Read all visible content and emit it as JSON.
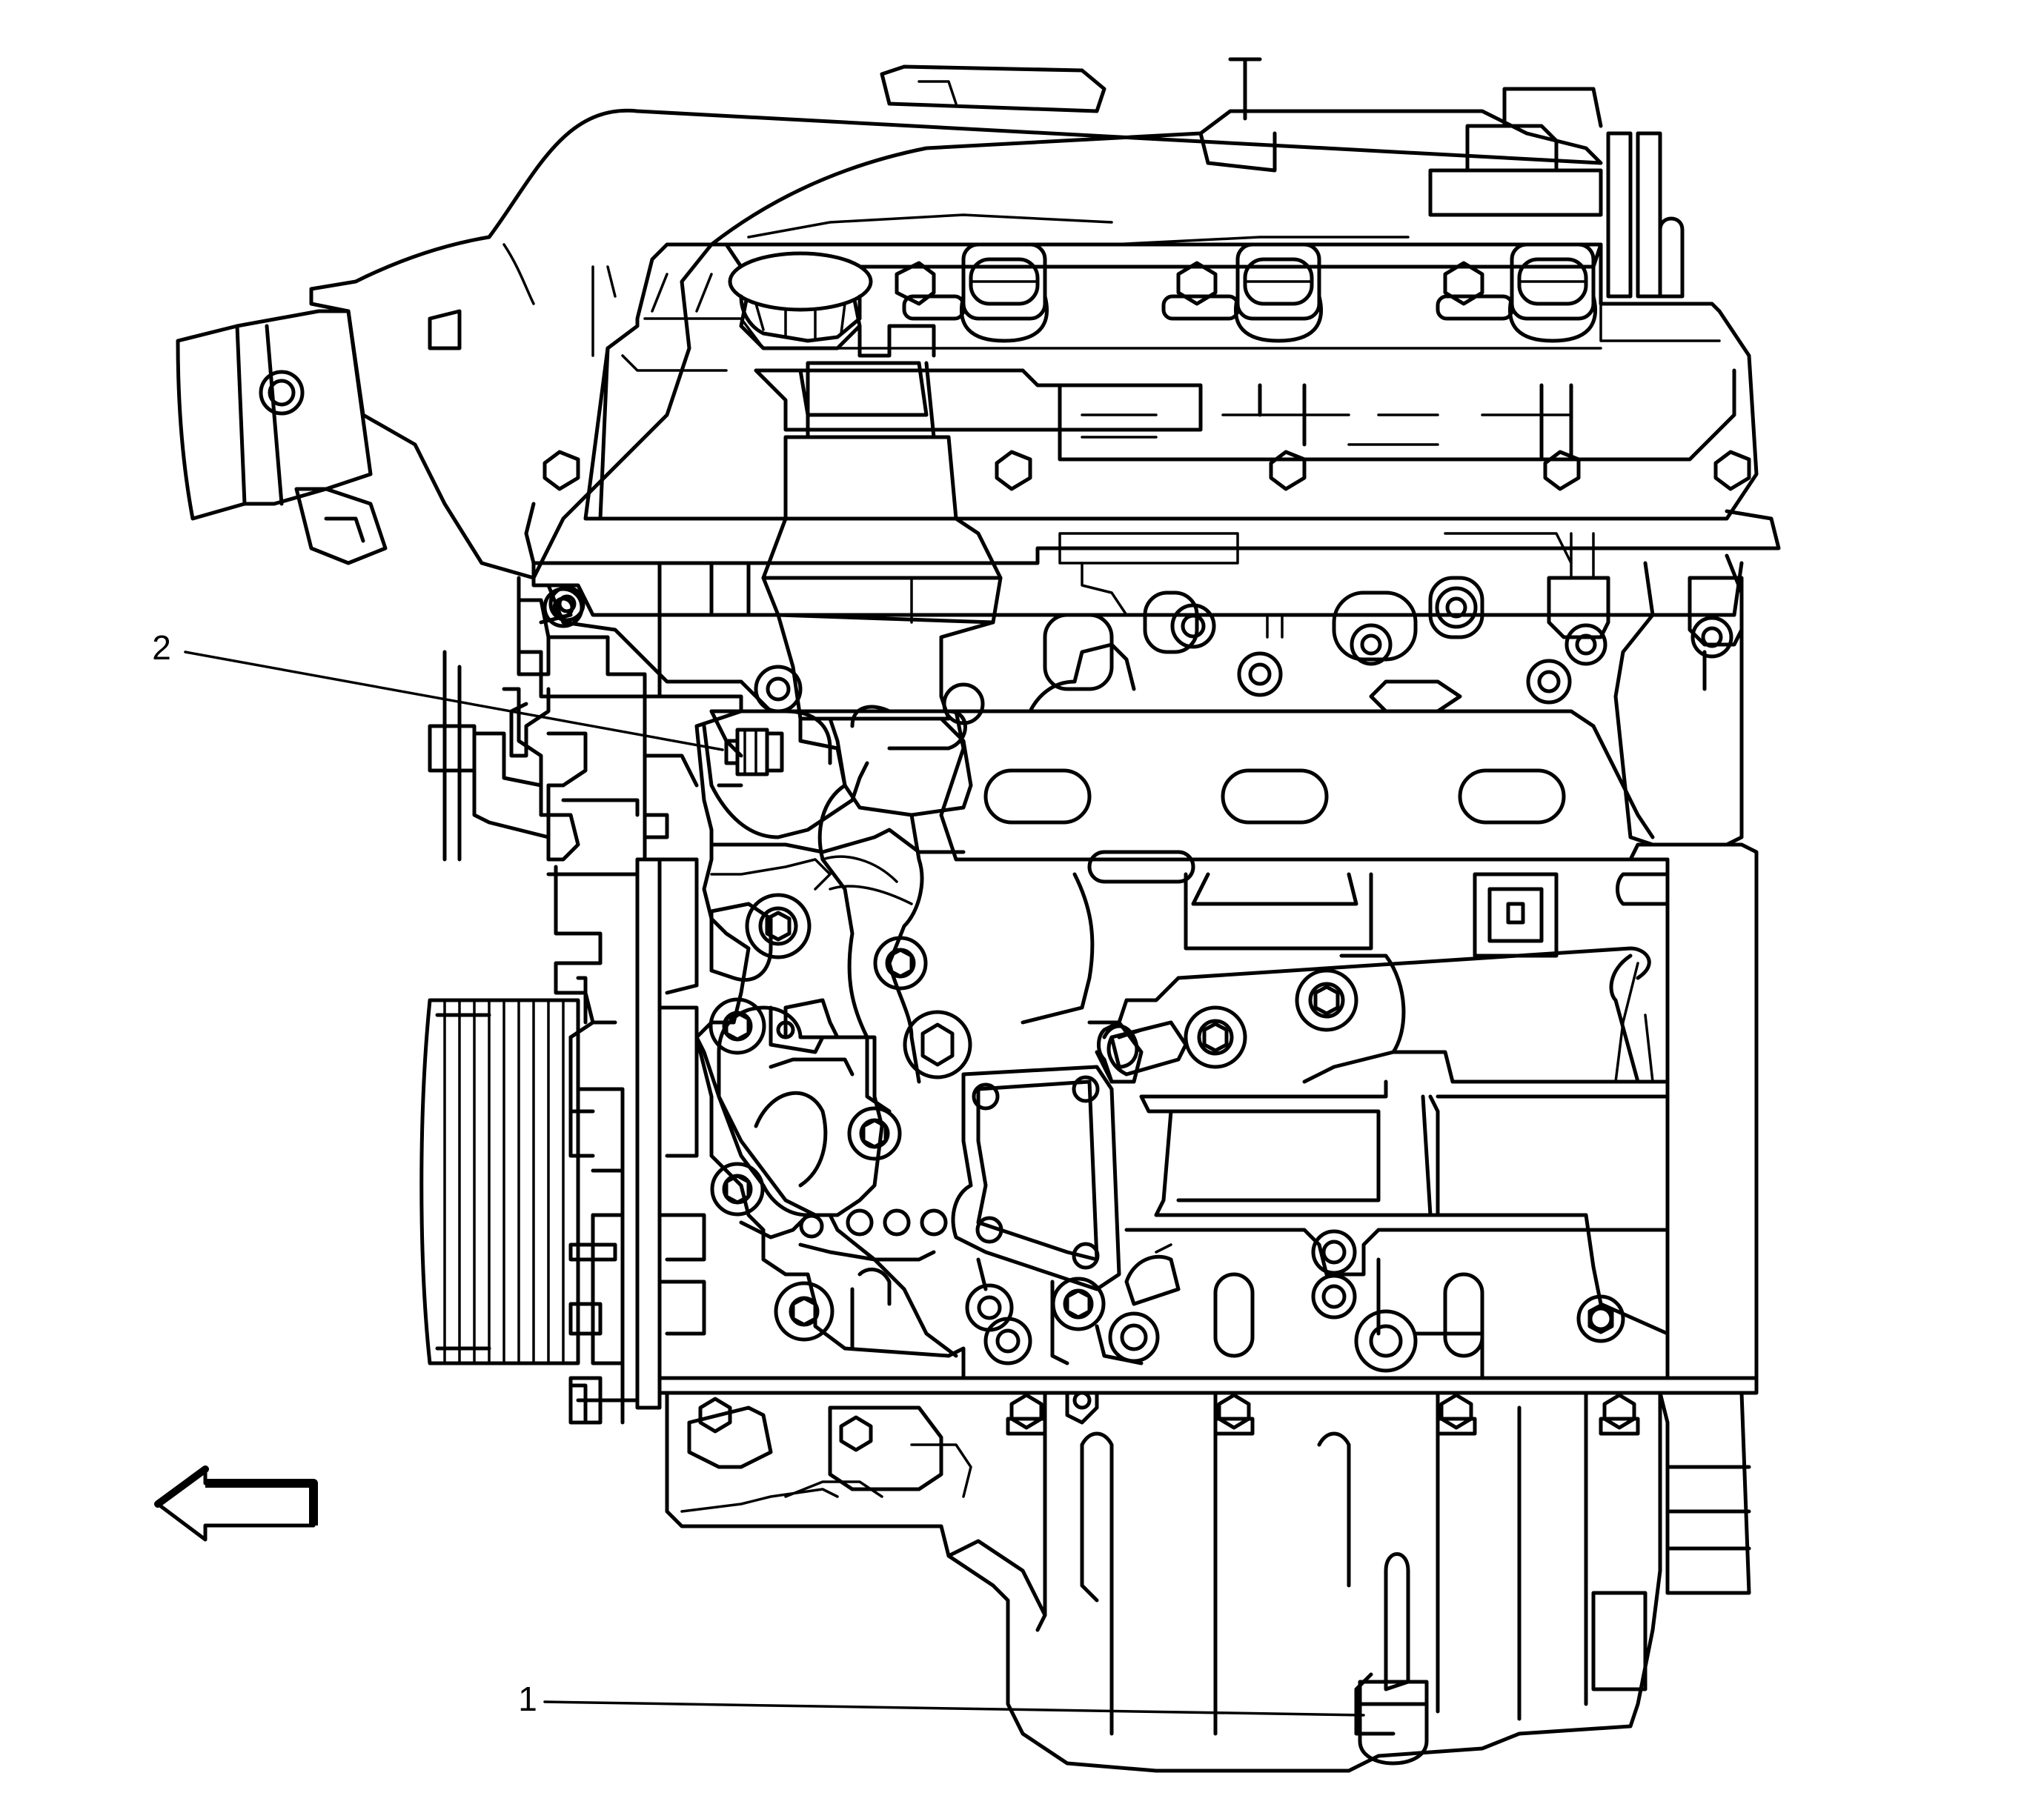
{
  "diagram": {
    "background": "#ffffff",
    "line_color": "#000000",
    "callouts": [
      {
        "id": "1",
        "label": "1"
      },
      {
        "id": "2",
        "label": "2"
      }
    ],
    "icons": {
      "direction_arrow": "arrow-left-icon"
    }
  }
}
